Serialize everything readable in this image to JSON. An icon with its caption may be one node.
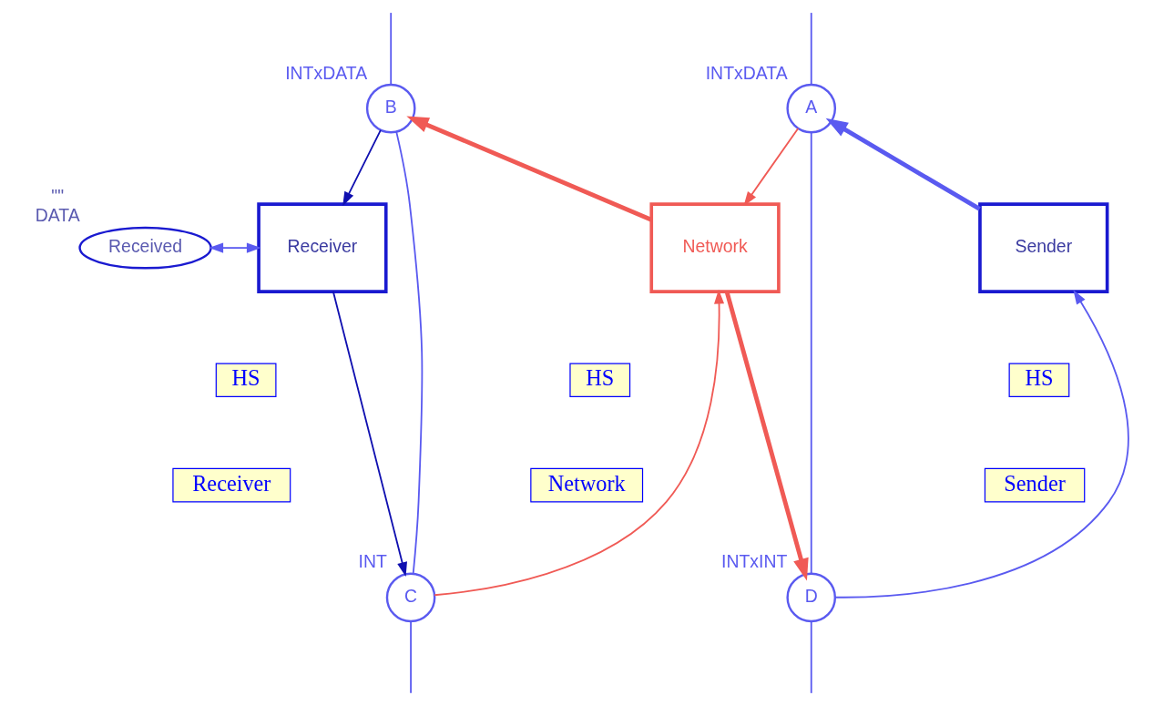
{
  "diagram": {
    "nodes": [
      {
        "text": [
          "A"
        ],
        "beside": [
          "INTxDATA"
        ]
      },
      {
        "text": [
          "B"
        ],
        "beside": [
          "INTxDATA"
        ]
      },
      {
        "text": [
          "Sender"
        ]
      },
      {
        "text": [
          "HS"
        ]
      },
      {
        "text": [
          "Sender"
        ]
      },
      {
        "text": [
          "Network"
        ]
      },
      {
        "text": [
          "HS"
        ]
      },
      {
        "text": [
          "Network"
        ]
      },
      {
        "text": [
          "Receiver"
        ]
      },
      {
        "text": [
          "HS"
        ]
      },
      {
        "text": [
          "Receiver"
        ]
      },
      {
        "text": [
          "Received"
        ],
        "beside": [
          "\"\"",
          "DATA"
        ]
      },
      {
        "text": [
          "D"
        ],
        "beside": [
          "INTxINT"
        ]
      },
      {
        "text": [
          "C"
        ],
        "beside": [
          "INT"
        ]
      }
    ],
    "edges": [
      {
        "from": null,
        "to": 0,
        "arrow": "none"
      },
      {
        "from": 0,
        "to": 12,
        "arrow": "none"
      },
      {
        "from": 12,
        "to": null,
        "arrow": "none"
      },
      {
        "from": null,
        "to": 1,
        "arrow": "none"
      },
      {
        "from": 1,
        "to": 13,
        "arrow": "none"
      },
      {
        "from": 13,
        "to": null,
        "arrow": "none"
      },
      {
        "from": 2,
        "to": 0,
        "arrow": "to",
        "style": "thick"
      },
      {
        "from": 0,
        "to": 5,
        "arrow": "to",
        "color": "#f05a55"
      },
      {
        "from": 5,
        "to": 1,
        "arrow": "to",
        "style": "thick",
        "color": "#f05a55"
      },
      {
        "from": 1,
        "to": 8,
        "arrow": "to",
        "color": "#1010b0"
      },
      {
        "from": 8,
        "to": 11,
        "arrow": "both"
      },
      {
        "from": 8,
        "to": 13,
        "arrow": "to",
        "color": "#1010b0"
      },
      {
        "from": 13,
        "to": 5,
        "arrow": "to",
        "color": "#f05a55"
      },
      {
        "from": 5,
        "to": 12,
        "arrow": "to",
        "style": "thick",
        "color": "#f05a55"
      },
      {
        "from": 12,
        "to": 2,
        "arrow": "to"
      }
    ]
  }
}
